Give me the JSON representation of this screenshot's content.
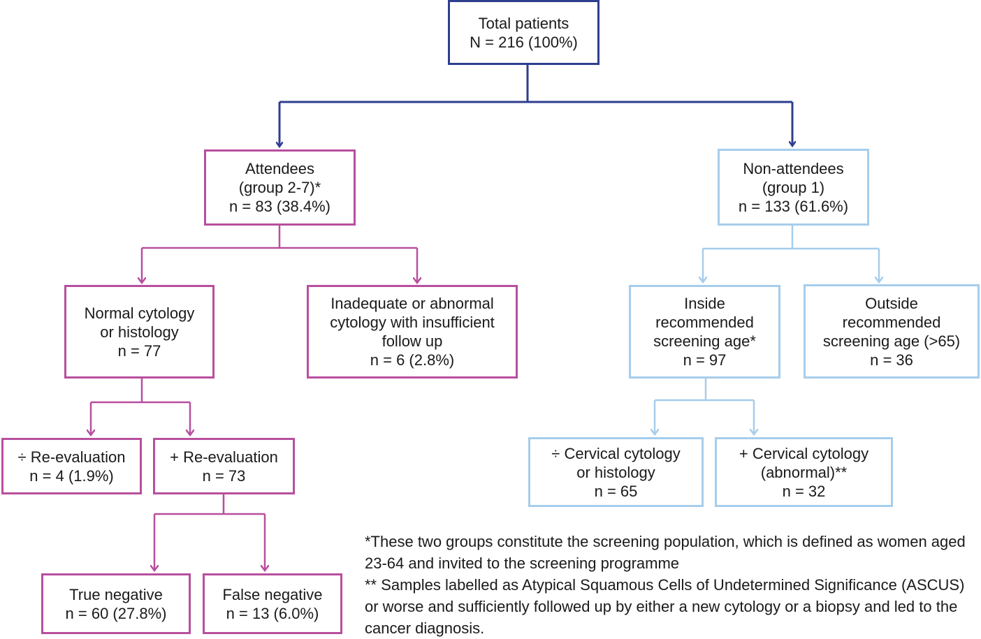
{
  "nodes": {
    "total": [
      "Total patients",
      "N = 216 (100%)"
    ],
    "attendees": [
      "Attendees",
      "(group 2-7)*",
      "n = 83 (38.4%)"
    ],
    "non_attendees": [
      "Non-attendees",
      "(group 1)",
      "n = 133 (61.6%)"
    ],
    "normal": [
      "Normal cytology",
      "or histology",
      "n = 77"
    ],
    "inadequate": [
      "Inadequate or abnormal",
      "cytology with insufficient",
      "follow up",
      "n = 6 (2.8%)"
    ],
    "inside_age": [
      "Inside",
      "recommended",
      "screening age*",
      "n = 97"
    ],
    "outside_age": [
      "Outside",
      "recommended",
      "screening age (>65)",
      "n = 36"
    ],
    "neg_reeval": [
      "÷ Re-evaluation",
      "n = 4 (1.9%)"
    ],
    "pos_reeval": [
      "+ Re-evaluation",
      "n = 73"
    ],
    "neg_cervical": [
      "÷ Cervical cytology",
      "or histology",
      "n = 65"
    ],
    "pos_cervical": [
      "+ Cervical cytology",
      "(abnormal)**",
      "n = 32"
    ],
    "true_neg": [
      "True negative",
      "n = 60 (27.8%)"
    ],
    "false_neg": [
      "False negative",
      "n = 13 (6.0%)"
    ]
  },
  "footnotes": [
    "*These two groups constitute the screening population, which is defined as women aged 23-64 and invited to the screening programme",
    "** Samples labelled as Atypical Squamous Cells of Undetermined Significance (ASCUS) or worse and sufficiently followed up by either a new cytology or a biopsy and led to the cancer diagnosis."
  ],
  "colors": {
    "root": "#2e3e8f",
    "attendees_branch": "#b84f9e",
    "non_attendees_branch": "#a6cdec"
  }
}
